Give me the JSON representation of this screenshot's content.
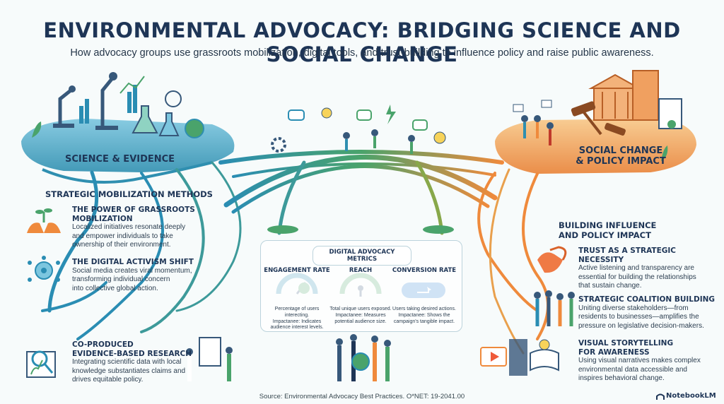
{
  "header": {
    "title": "ENVIRONMENTAL ADVOCACY: BRIDGING SCIENCE AND SOCIAL CHANGE",
    "subtitle": "How advocacy groups use grassroots mobilization, digital tools, and trust-building to influence policy and raise public awareness."
  },
  "islands": {
    "science": "SCIENCE & EVIDENCE",
    "policy_line1": "SOCIAL CHANGE",
    "policy_line2": "& POLICY IMPACT"
  },
  "methods": {
    "heading": "STRATEGIC MOBILIZATION METHODS",
    "items": [
      {
        "title_line1": "THE POWER OF GRASSROOTS",
        "title_line2": "MOBILIZATION",
        "desc_lines": [
          "Localized initiatives resonate deeply",
          "and empower individuals to take",
          "ownership of their environment."
        ]
      },
      {
        "title_line1": "THE DIGITAL ACTIVISM SHIFT",
        "desc_lines": [
          "Social media creates viral momentum,",
          "transforming individual concern",
          "into collective global action."
        ]
      },
      {
        "title_line1": "CO-PRODUCED",
        "title_line2": "EVIDENCE-BASED RESEARCH",
        "desc_lines": [
          "Integrating scientific data with local",
          "knowledge substantiates claims and",
          "drives equitable policy."
        ]
      }
    ]
  },
  "influence": {
    "heading_line1": "BUILDING INFLUENCE",
    "heading_line2": "AND POLICY IMPACT",
    "items": [
      {
        "title_line1": "TRUST AS A STRATEGIC NECESSITY",
        "desc_lines": [
          "Active listening and transparency are",
          "essential for building the relationships",
          "that sustain change."
        ]
      },
      {
        "title_line1": "STRATEGIC COALITION BUILDING",
        "desc_lines": [
          "Uniting diverse stakeholders—from",
          "residents to businesses—amplifies the",
          "pressure on legislative decision-makers."
        ]
      },
      {
        "title_line1": "VISUAL STORYTELLING",
        "title_line2": "FOR AWARENESS",
        "desc_lines": [
          "Using visual narratives makes complex",
          "environmental data accessible and",
          "inspires behavioral change."
        ]
      }
    ]
  },
  "metrics": {
    "title": "DIGITAL ADVOCACY METRICS",
    "items": [
      {
        "name": "ENGAGEMENT RATE",
        "desc_lines": [
          "Percentage of users interecting.",
          "Impactanee: Indicates",
          "audience interest levels."
        ]
      },
      {
        "name": "REACH",
        "desc_lines": [
          "Total unique users exposed.",
          "Impactanee: Measures",
          "potential audience size."
        ]
      },
      {
        "name": "CONVERSION RATE",
        "desc_lines": [
          "Users taking desired actions.",
          "Impactanee: Shows the",
          "campaign's tangible impact."
        ]
      }
    ]
  },
  "footer": {
    "source": "Source: Environmental Advocacy Best Practices. O*NET: 19-2041.00",
    "brand": "NotebookLM"
  },
  "colors": {
    "science": "#2f8fb0",
    "policy": "#ef8a3c",
    "bridge": "#4aa36b",
    "navy": "#1e3556"
  }
}
